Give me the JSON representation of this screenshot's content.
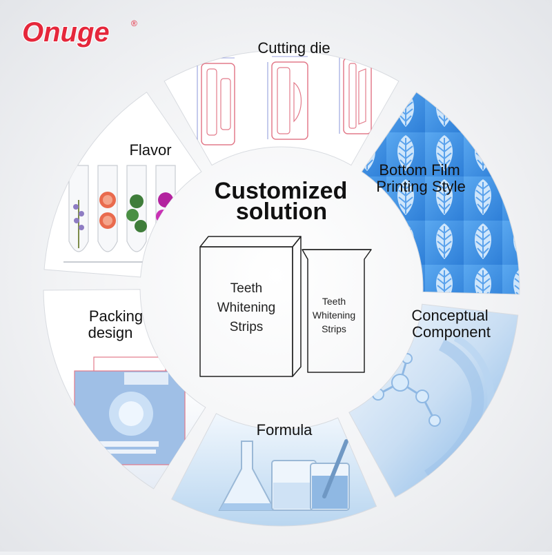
{
  "brand": {
    "logo_text": "Onuge",
    "registered_mark": "®"
  },
  "colors": {
    "brand_red": "#e5273b",
    "film_blue": "#3b8fe6",
    "formula_blue": "#b9d6f0",
    "component_blue": "#7fb3e6",
    "segment_white": "#ffffff"
  },
  "center": {
    "title_line1": "Customized",
    "title_line2": "solution",
    "box": {
      "line1": "Teeth",
      "line2": "Whitening",
      "line3": "Strips"
    },
    "pouch": {
      "line1": "Teeth",
      "line2": "Whitening",
      "line3": "Strips"
    }
  },
  "segments": {
    "cutting_die": {
      "label": "Cutting die",
      "icon": "cutting-die-drawing"
    },
    "bottom_film": {
      "label_line1": "Bottom Film",
      "label_line2": "Printing Style",
      "icon": "leaf-pattern"
    },
    "conceptual": {
      "label_line1": "Conceptual",
      "label_line2": "Component",
      "icon": "molecule"
    },
    "formula": {
      "label": "Formula",
      "icon": "lab-glassware"
    },
    "packing": {
      "label_line1": "Packing",
      "label_line2": "design",
      "icon": "box-dieline"
    },
    "flavor": {
      "label": "Flavor",
      "icon": "flavor-tubes"
    }
  }
}
